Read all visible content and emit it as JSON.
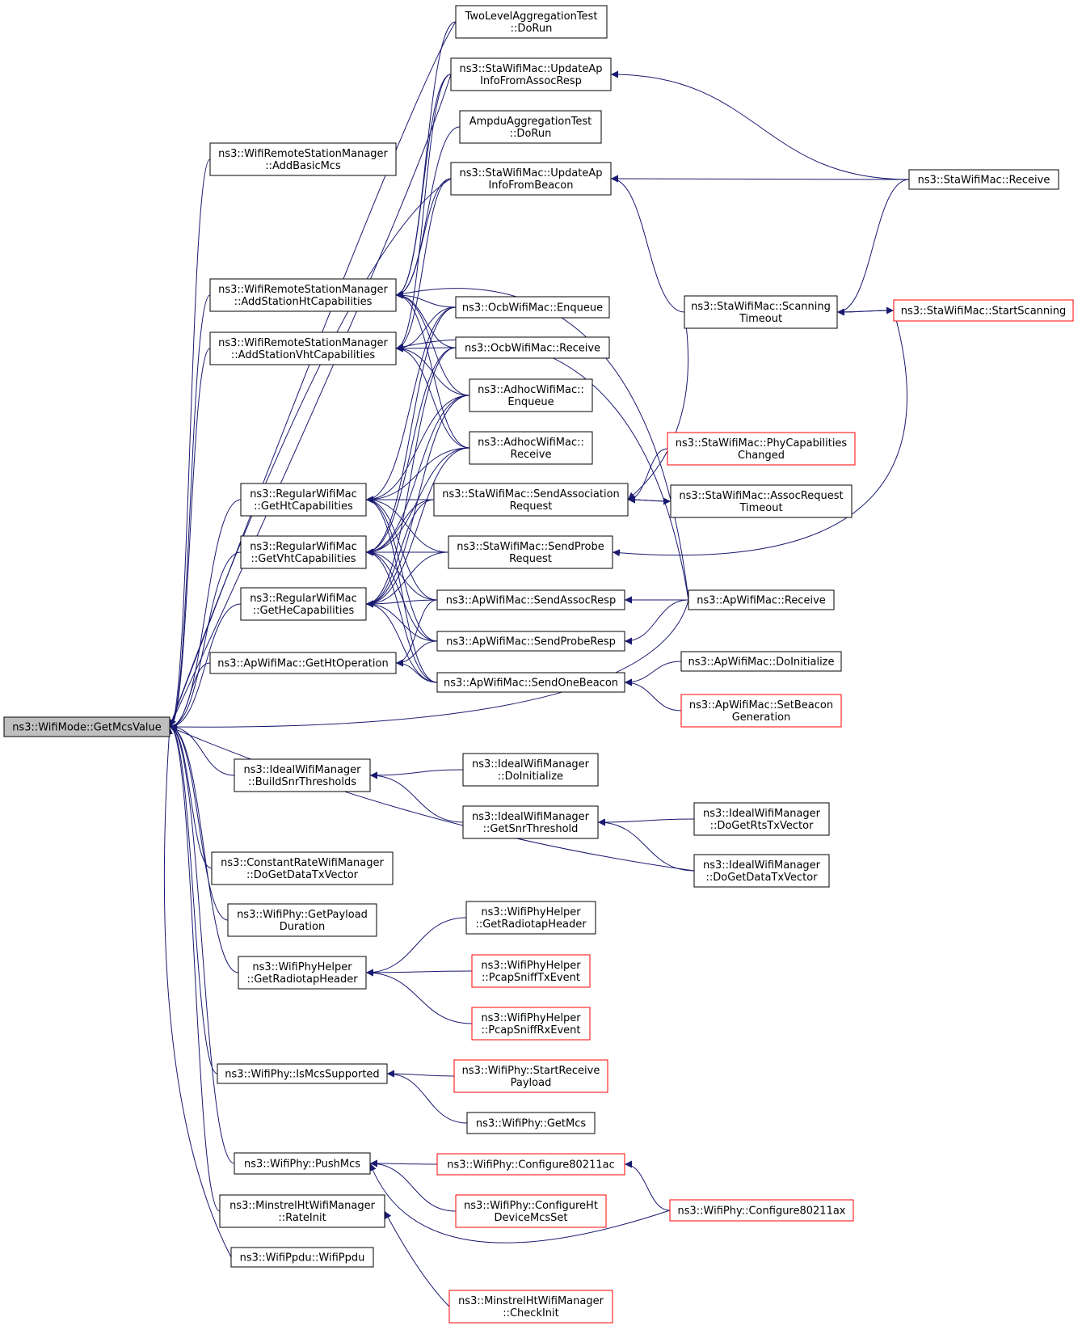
{
  "graph": {
    "edge_color": "#191970",
    "node_border_default": "#000000",
    "node_border_truncated": "#ff0000",
    "root_fill": "#bfbfbf",
    "nodes": {
      "root": {
        "lines": [
          "ns3::WifiMode::GetMcsValue"
        ],
        "style": "root"
      },
      "addBasic": {
        "lines": [
          "ns3::WifiRemoteStationManager",
          "::AddBasicMcs"
        ]
      },
      "addHt": {
        "lines": [
          "ns3::WifiRemoteStationManager",
          "::AddStationHtCapabilities"
        ]
      },
      "addVht": {
        "lines": [
          "ns3::WifiRemoteStationManager",
          "::AddStationVhtCapabilities"
        ]
      },
      "getHtCap": {
        "lines": [
          "ns3::RegularWifiMac",
          "::GetHtCapabilities"
        ]
      },
      "getVhtCap": {
        "lines": [
          "ns3::RegularWifiMac",
          "::GetVhtCapabilities"
        ]
      },
      "getHeCap": {
        "lines": [
          "ns3::RegularWifiMac",
          "::GetHeCapabilities"
        ]
      },
      "getHtOp": {
        "lines": [
          "ns3::ApWifiMac::GetHtOperation"
        ]
      },
      "buildSnr": {
        "lines": [
          "ns3::IdealWifiManager",
          "::BuildSnrThresholds"
        ]
      },
      "constRate": {
        "lines": [
          "ns3::ConstantRateWifiManager",
          "::DoGetDataTxVector"
        ]
      },
      "getPayload": {
        "lines": [
          "ns3::WifiPhy::GetPayload",
          "Duration"
        ]
      },
      "radiotap": {
        "lines": [
          "ns3::WifiPhyHelper",
          "::GetRadiotapHeader"
        ]
      },
      "isMcs": {
        "lines": [
          "ns3::WifiPhy::IsMcsSupported"
        ]
      },
      "pushMcs": {
        "lines": [
          "ns3::WifiPhy::PushMcs"
        ]
      },
      "rateInit": {
        "lines": [
          "ns3::MinstrelHtWifiManager",
          "::RateInit"
        ]
      },
      "ppdu": {
        "lines": [
          "ns3::WifiPpdu::WifiPpdu"
        ]
      },
      "twoLevel": {
        "lines": [
          "TwoLevelAggregationTest",
          "::DoRun"
        ]
      },
      "updAssoc": {
        "lines": [
          "ns3::StaWifiMac::UpdateAp",
          "InfoFromAssocResp"
        ]
      },
      "ampdu": {
        "lines": [
          "AmpduAggregationTest",
          "::DoRun"
        ]
      },
      "updBeacon": {
        "lines": [
          "ns3::StaWifiMac::UpdateAp",
          "InfoFromBeacon"
        ]
      },
      "ocbEnq": {
        "lines": [
          "ns3::OcbWifiMac::Enqueue"
        ]
      },
      "ocbRecv": {
        "lines": [
          "ns3::OcbWifiMac::Receive"
        ]
      },
      "adhocEnq": {
        "lines": [
          "ns3::AdhocWifiMac::",
          "Enqueue"
        ]
      },
      "adhocRecv": {
        "lines": [
          "ns3::AdhocWifiMac::",
          "Receive"
        ]
      },
      "sendAssocReq": {
        "lines": [
          "ns3::StaWifiMac::SendAssociation",
          "Request"
        ]
      },
      "sendProbeReq": {
        "lines": [
          "ns3::StaWifiMac::SendProbe",
          "Request"
        ]
      },
      "sendAssocResp": {
        "lines": [
          "ns3::ApWifiMac::SendAssocResp"
        ]
      },
      "sendProbeResp": {
        "lines": [
          "ns3::ApWifiMac::SendProbeResp"
        ]
      },
      "sendBeacon": {
        "lines": [
          "ns3::ApWifiMac::SendOneBeacon"
        ]
      },
      "idealInit": {
        "lines": [
          "ns3::IdealWifiManager",
          "::DoInitialize"
        ]
      },
      "getSnr": {
        "lines": [
          "ns3::IdealWifiManager",
          "::GetSnrThreshold"
        ]
      },
      "radiotap2": {
        "lines": [
          "ns3::WifiPhyHelper",
          "::GetRadiotapHeader"
        ]
      },
      "pcapTx": {
        "lines": [
          "ns3::WifiPhyHelper",
          "::PcapSniffTxEvent"
        ],
        "style": "red"
      },
      "pcapRx": {
        "lines": [
          "ns3::WifiPhyHelper",
          "::PcapSniffRxEvent"
        ],
        "style": "red"
      },
      "startRecv": {
        "lines": [
          "ns3::WifiPhy::StartReceive",
          "Payload"
        ],
        "style": "red"
      },
      "getMcs": {
        "lines": [
          "ns3::WifiPhy::GetMcs"
        ]
      },
      "conf11ac": {
        "lines": [
          "ns3::WifiPhy::Configure80211ac"
        ],
        "style": "red"
      },
      "confHt": {
        "lines": [
          "ns3::WifiPhy::ConfigureHt",
          "DeviceMcsSet"
        ],
        "style": "red"
      },
      "checkInit": {
        "lines": [
          "ns3::MinstrelHtWifiManager",
          "::CheckInit"
        ],
        "style": "red"
      },
      "staRecv": {
        "lines": [
          "ns3::StaWifiMac::Receive"
        ]
      },
      "scanTimeout": {
        "lines": [
          "ns3::StaWifiMac::Scanning",
          "Timeout"
        ]
      },
      "startScan": {
        "lines": [
          "ns3::StaWifiMac::StartScanning"
        ],
        "style": "red"
      },
      "phyCapChanged": {
        "lines": [
          "ns3::StaWifiMac::PhyCapabilities",
          "Changed"
        ],
        "style": "red"
      },
      "assocTimeout": {
        "lines": [
          "ns3::StaWifiMac::AssocRequest",
          "Timeout"
        ]
      },
      "apRecv": {
        "lines": [
          "ns3::ApWifiMac::Receive"
        ]
      },
      "apInit": {
        "lines": [
          "ns3::ApWifiMac::DoInitialize"
        ]
      },
      "setBeacon": {
        "lines": [
          "ns3::ApWifiMac::SetBeacon",
          "Generation"
        ],
        "style": "red"
      },
      "idealRts": {
        "lines": [
          "ns3::IdealWifiManager",
          "::DoGetRtsTxVector"
        ]
      },
      "idealData": {
        "lines": [
          "ns3::IdealWifiManager",
          "::DoGetDataTxVector"
        ]
      },
      "conf11ax": {
        "lines": [
          "ns3::WifiPhy::Configure80211ax"
        ],
        "style": "red"
      }
    },
    "edges": [
      [
        "addBasic",
        "root"
      ],
      [
        "addHt",
        "root"
      ],
      [
        "addVht",
        "root"
      ],
      [
        "getHtCap",
        "root"
      ],
      [
        "getVhtCap",
        "root"
      ],
      [
        "getHeCap",
        "root"
      ],
      [
        "getHtOp",
        "root"
      ],
      [
        "buildSnr",
        "root"
      ],
      [
        "constRate",
        "root"
      ],
      [
        "getPayload",
        "root"
      ],
      [
        "radiotap",
        "root"
      ],
      [
        "isMcs",
        "root"
      ],
      [
        "pushMcs",
        "root"
      ],
      [
        "rateInit",
        "root"
      ],
      [
        "ppdu",
        "root"
      ],
      [
        "twoLevel",
        "root"
      ],
      [
        "updAssoc",
        "root"
      ],
      [
        "updBeacon",
        "root"
      ],
      [
        "apRecv",
        "root"
      ],
      [
        "idealData",
        "root"
      ],
      [
        "twoLevel",
        "addHt"
      ],
      [
        "updAssoc",
        "addHt"
      ],
      [
        "ampdu",
        "addHt"
      ],
      [
        "updBeacon",
        "addHt"
      ],
      [
        "ocbEnq",
        "addHt"
      ],
      [
        "ocbRecv",
        "addHt"
      ],
      [
        "adhocEnq",
        "addHt"
      ],
      [
        "adhocRecv",
        "addHt"
      ],
      [
        "apRecv",
        "addHt"
      ],
      [
        "updAssoc",
        "addVht"
      ],
      [
        "updBeacon",
        "addVht"
      ],
      [
        "ocbEnq",
        "addVht"
      ],
      [
        "ocbRecv",
        "addVht"
      ],
      [
        "adhocEnq",
        "addVht"
      ],
      [
        "adhocRecv",
        "addVht"
      ],
      [
        "apRecv",
        "addVht"
      ],
      [
        "adhocRecv",
        "getHtCap"
      ],
      [
        "sendAssocReq",
        "getHtCap"
      ],
      [
        "sendProbeReq",
        "getHtCap"
      ],
      [
        "sendAssocResp",
        "getHtCap"
      ],
      [
        "sendProbeResp",
        "getHtCap"
      ],
      [
        "sendBeacon",
        "getHtCap"
      ],
      [
        "ocbEnq",
        "getHtCap"
      ],
      [
        "adhocEnq",
        "getHtCap"
      ],
      [
        "sendAssocReq",
        "getVhtCap"
      ],
      [
        "sendProbeReq",
        "getVhtCap"
      ],
      [
        "sendAssocResp",
        "getVhtCap"
      ],
      [
        "sendProbeResp",
        "getVhtCap"
      ],
      [
        "sendBeacon",
        "getVhtCap"
      ],
      [
        "ocbEnq",
        "getVhtCap"
      ],
      [
        "ocbRecv",
        "getVhtCap"
      ],
      [
        "adhocEnq",
        "getVhtCap"
      ],
      [
        "adhocRecv",
        "getVhtCap"
      ],
      [
        "sendAssocResp",
        "getHeCap"
      ],
      [
        "sendProbeResp",
        "getHeCap"
      ],
      [
        "sendBeacon",
        "getHeCap"
      ],
      [
        "sendAssocReq",
        "getHeCap"
      ],
      [
        "sendProbeReq",
        "getHeCap"
      ],
      [
        "ocbRecv",
        "getHeCap"
      ],
      [
        "adhocEnq",
        "getHeCap"
      ],
      [
        "adhocRecv",
        "getHeCap"
      ],
      [
        "sendAssocResp",
        "getHtOp"
      ],
      [
        "sendProbeResp",
        "getHtOp"
      ],
      [
        "sendBeacon",
        "getHtOp"
      ],
      [
        "staRecv",
        "updAssoc"
      ],
      [
        "staRecv",
        "updBeacon"
      ],
      [
        "scanTimeout",
        "updBeacon"
      ],
      [
        "scanTimeout",
        "sendAssocReq"
      ],
      [
        "phyCapChanged",
        "sendAssocReq"
      ],
      [
        "assocTimeout",
        "sendAssocReq"
      ],
      [
        "startScan",
        "sendProbeReq"
      ],
      [
        "apRecv",
        "sendAssocResp"
      ],
      [
        "apRecv",
        "sendProbeResp"
      ],
      [
        "apInit",
        "sendBeacon"
      ],
      [
        "setBeacon",
        "sendBeacon"
      ],
      [
        "idealInit",
        "buildSnr"
      ],
      [
        "getSnr",
        "buildSnr"
      ],
      [
        "idealRts",
        "getSnr"
      ],
      [
        "idealData",
        "getSnr"
      ],
      [
        "radiotap2",
        "radiotap"
      ],
      [
        "pcapTx",
        "radiotap"
      ],
      [
        "pcapRx",
        "radiotap"
      ],
      [
        "startRecv",
        "isMcs"
      ],
      [
        "getMcs",
        "isMcs"
      ],
      [
        "conf11ac",
        "pushMcs"
      ],
      [
        "confHt",
        "pushMcs"
      ],
      [
        "conf11ax",
        "pushMcs"
      ],
      [
        "conf11ax",
        "conf11ac"
      ],
      [
        "checkInit",
        "rateInit"
      ],
      [
        "staRecv",
        "scanTimeout"
      ],
      [
        "startScan",
        "scanTimeout"
      ],
      [
        "scanTimeout",
        "startScan"
      ],
      [
        "sendAssocReq",
        "assocTimeout"
      ]
    ]
  }
}
